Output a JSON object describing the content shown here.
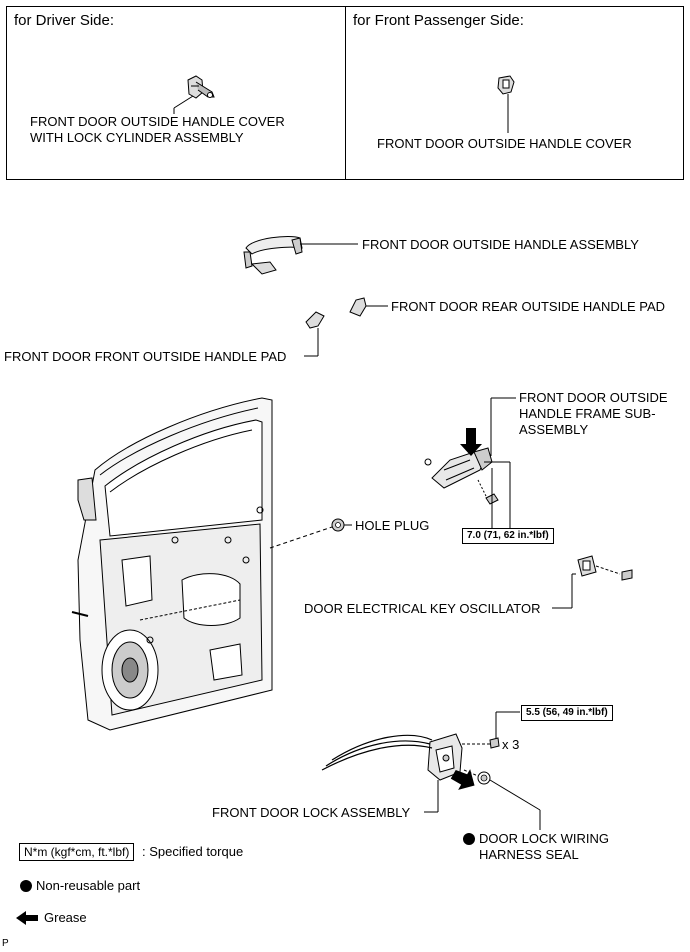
{
  "top_panels": {
    "driver_heading": "for Driver Side:",
    "driver_part": [
      "FRONT DOOR OUTSIDE HANDLE COVER",
      "WITH LOCK CYLINDER ASSEMBLY"
    ],
    "passenger_heading": "for Front Passenger Side:",
    "passenger_part": "FRONT DOOR OUTSIDE HANDLE COVER"
  },
  "parts": {
    "handle_assembly": "FRONT DOOR OUTSIDE HANDLE ASSEMBLY",
    "rear_pad": "FRONT DOOR REAR OUTSIDE HANDLE PAD",
    "front_pad": "FRONT DOOR FRONT OUTSIDE HANDLE PAD",
    "frame_sub_assembly": [
      "FRONT DOOR OUTSIDE",
      "HANDLE FRAME SUB-",
      "ASSEMBLY"
    ],
    "hole_plug": "HOLE PLUG",
    "key_oscillator": "DOOR ELECTRICAL KEY OSCILLATOR",
    "lock_assembly": "FRONT DOOR LOCK ASSEMBLY",
    "wiring_seal": [
      "DOOR LOCK WIRING",
      "HARNESS SEAL"
    ],
    "screw_qty": "x 3"
  },
  "torques": {
    "frame": "7.0 (71, 62 in.*lbf)",
    "lock": "5.5 (56, 49 in.*lbf)"
  },
  "legend": {
    "torque_box": "N*m (kgf*cm, ft.*lbf)",
    "torque_desc": ": Specified torque",
    "non_reusable": "Non-reusable part",
    "grease": "Grease"
  },
  "footer_code": "P"
}
